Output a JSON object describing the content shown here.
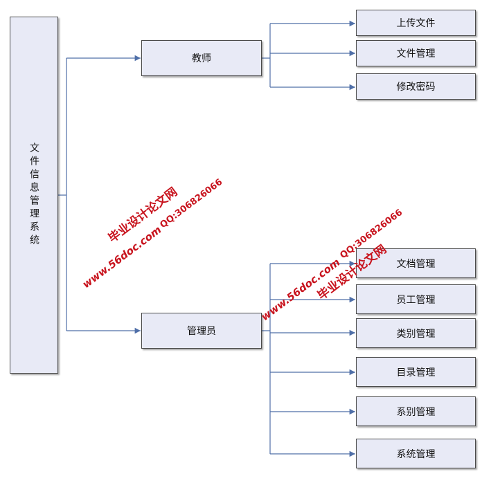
{
  "root": {
    "label": "文件信息管理系统"
  },
  "roles": [
    {
      "label": "教师",
      "children": [
        "上传文件",
        "文件管理",
        "修改密码"
      ]
    },
    {
      "label": "管理员",
      "children": [
        "文档管理",
        "员工管理",
        "类别管理",
        "目录管理",
        "系别管理",
        "系统管理"
      ]
    }
  ],
  "watermarks": [
    {
      "site": "毕业设计论文网",
      "url": "www.56doc.com",
      "qq": "QQ:306826066"
    },
    {
      "site": "毕业设计论文网",
      "url": "www.56doc.com",
      "qq": "QQ:306826066"
    }
  ],
  "colors": {
    "box_fill": "#e8eaf6",
    "box_border": "#4a4a4a",
    "connector": "#4f6fa8",
    "watermark": "#c8141e"
  }
}
